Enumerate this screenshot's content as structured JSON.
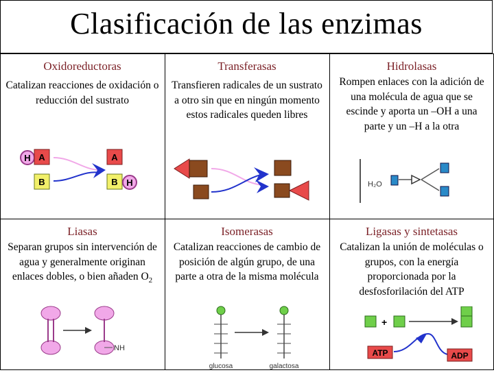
{
  "title": "Clasificación de las enzimas",
  "cells": [
    {
      "heading": "Oxidoreductoras",
      "description": "Catalizan reacciones de oxidación o reducción del sustrato",
      "diagram_labels": {
        "h1": "H",
        "a1": "A",
        "b1": "B",
        "a2": "A",
        "b2": "B",
        "h2": "H"
      }
    },
    {
      "heading": "Transferasas",
      "description": "Transfieren radicales de un sustrato a otro sin que en ningún momento estos radicales queden libres"
    },
    {
      "heading": "Hidrolasas",
      "description": "Rompen enlaces con la adición de una molécula de agua que se escinde y aporta un –OH a una parte y un –H a la otra",
      "diagram_labels": {
        "water": "H₂O"
      }
    },
    {
      "heading": "Liasas",
      "description_main": "Separan grupos sin intervención de agua y generalmente originan enlaces dobles, o bien añaden O",
      "description_sub": "2",
      "diagram_labels": {
        "product": "NH"
      }
    },
    {
      "heading": "Isomerasas",
      "description": "Catalizan reacciones de cambio de posición de algún grupo, de una parte a otra de la misma molécula",
      "diagram_labels": {
        "left": "glucosa",
        "right": "galactosa"
      }
    },
    {
      "heading": "Ligasas y sintetasas",
      "description": "Catalizan la unión de moléculas o grupos, con la energía proporcionada por la desfosforilación del ATP",
      "diagram_labels": {
        "plus": "+",
        "atp": "ATP",
        "adp": "ADP"
      }
    }
  ],
  "colors": {
    "heading": "#7a1f25",
    "diagram_red": "#e84a4a",
    "diagram_yellow": "#f2f06a",
    "diagram_pink": "#f1a8e8",
    "diagram_blue": "#2233cc",
    "diagram_brown": "#8a4a1f",
    "diagram_green": "#6fcf4a"
  }
}
